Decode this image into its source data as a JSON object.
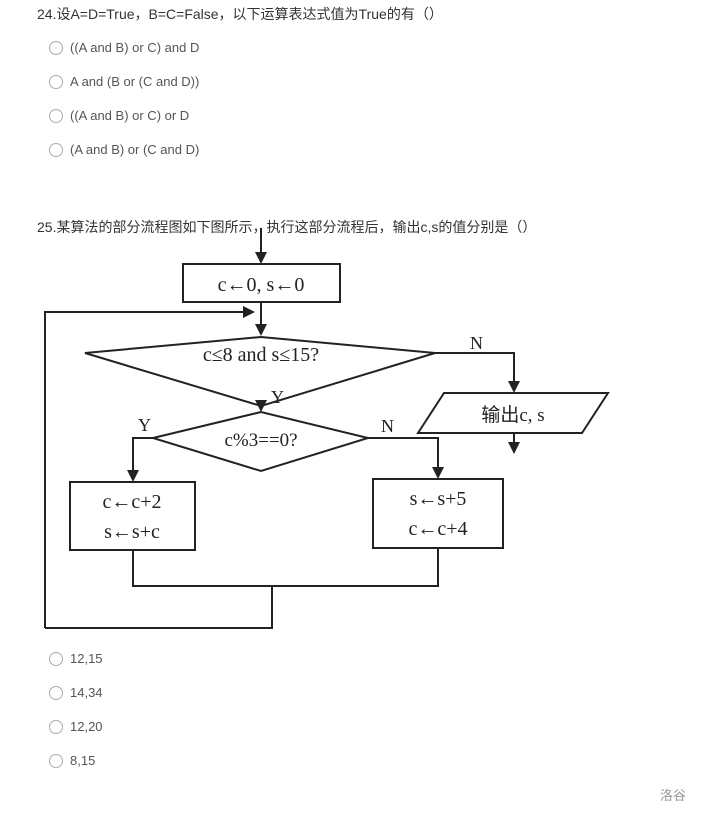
{
  "q24": {
    "title": "24.设A=D=True，B=C=False，以下运算表达式值为True的有（）",
    "options": [
      "((A and B) or C) and D",
      "A and (B or (C and D))",
      "((A and B) or C) or D",
      "(A and B) or (C and D)"
    ]
  },
  "q25": {
    "title": "25.某算法的部分流程图如下图所示，执行这部分流程后，输出c,s的值分别是（）",
    "flowchart": {
      "init": "c←0, s←0",
      "cond1": "c≤8 and s≤15?",
      "cond2": "c%3==0?",
      "yes": "Y",
      "no": "N",
      "output": "输出c, s",
      "yes_box": [
        "c←c+2",
        "s←s+c"
      ],
      "no_box": [
        "s←s+5",
        "c←c+4"
      ]
    },
    "options": [
      "12,15",
      "14,34",
      "12,20",
      "8,15"
    ]
  },
  "watermark": "洛谷"
}
